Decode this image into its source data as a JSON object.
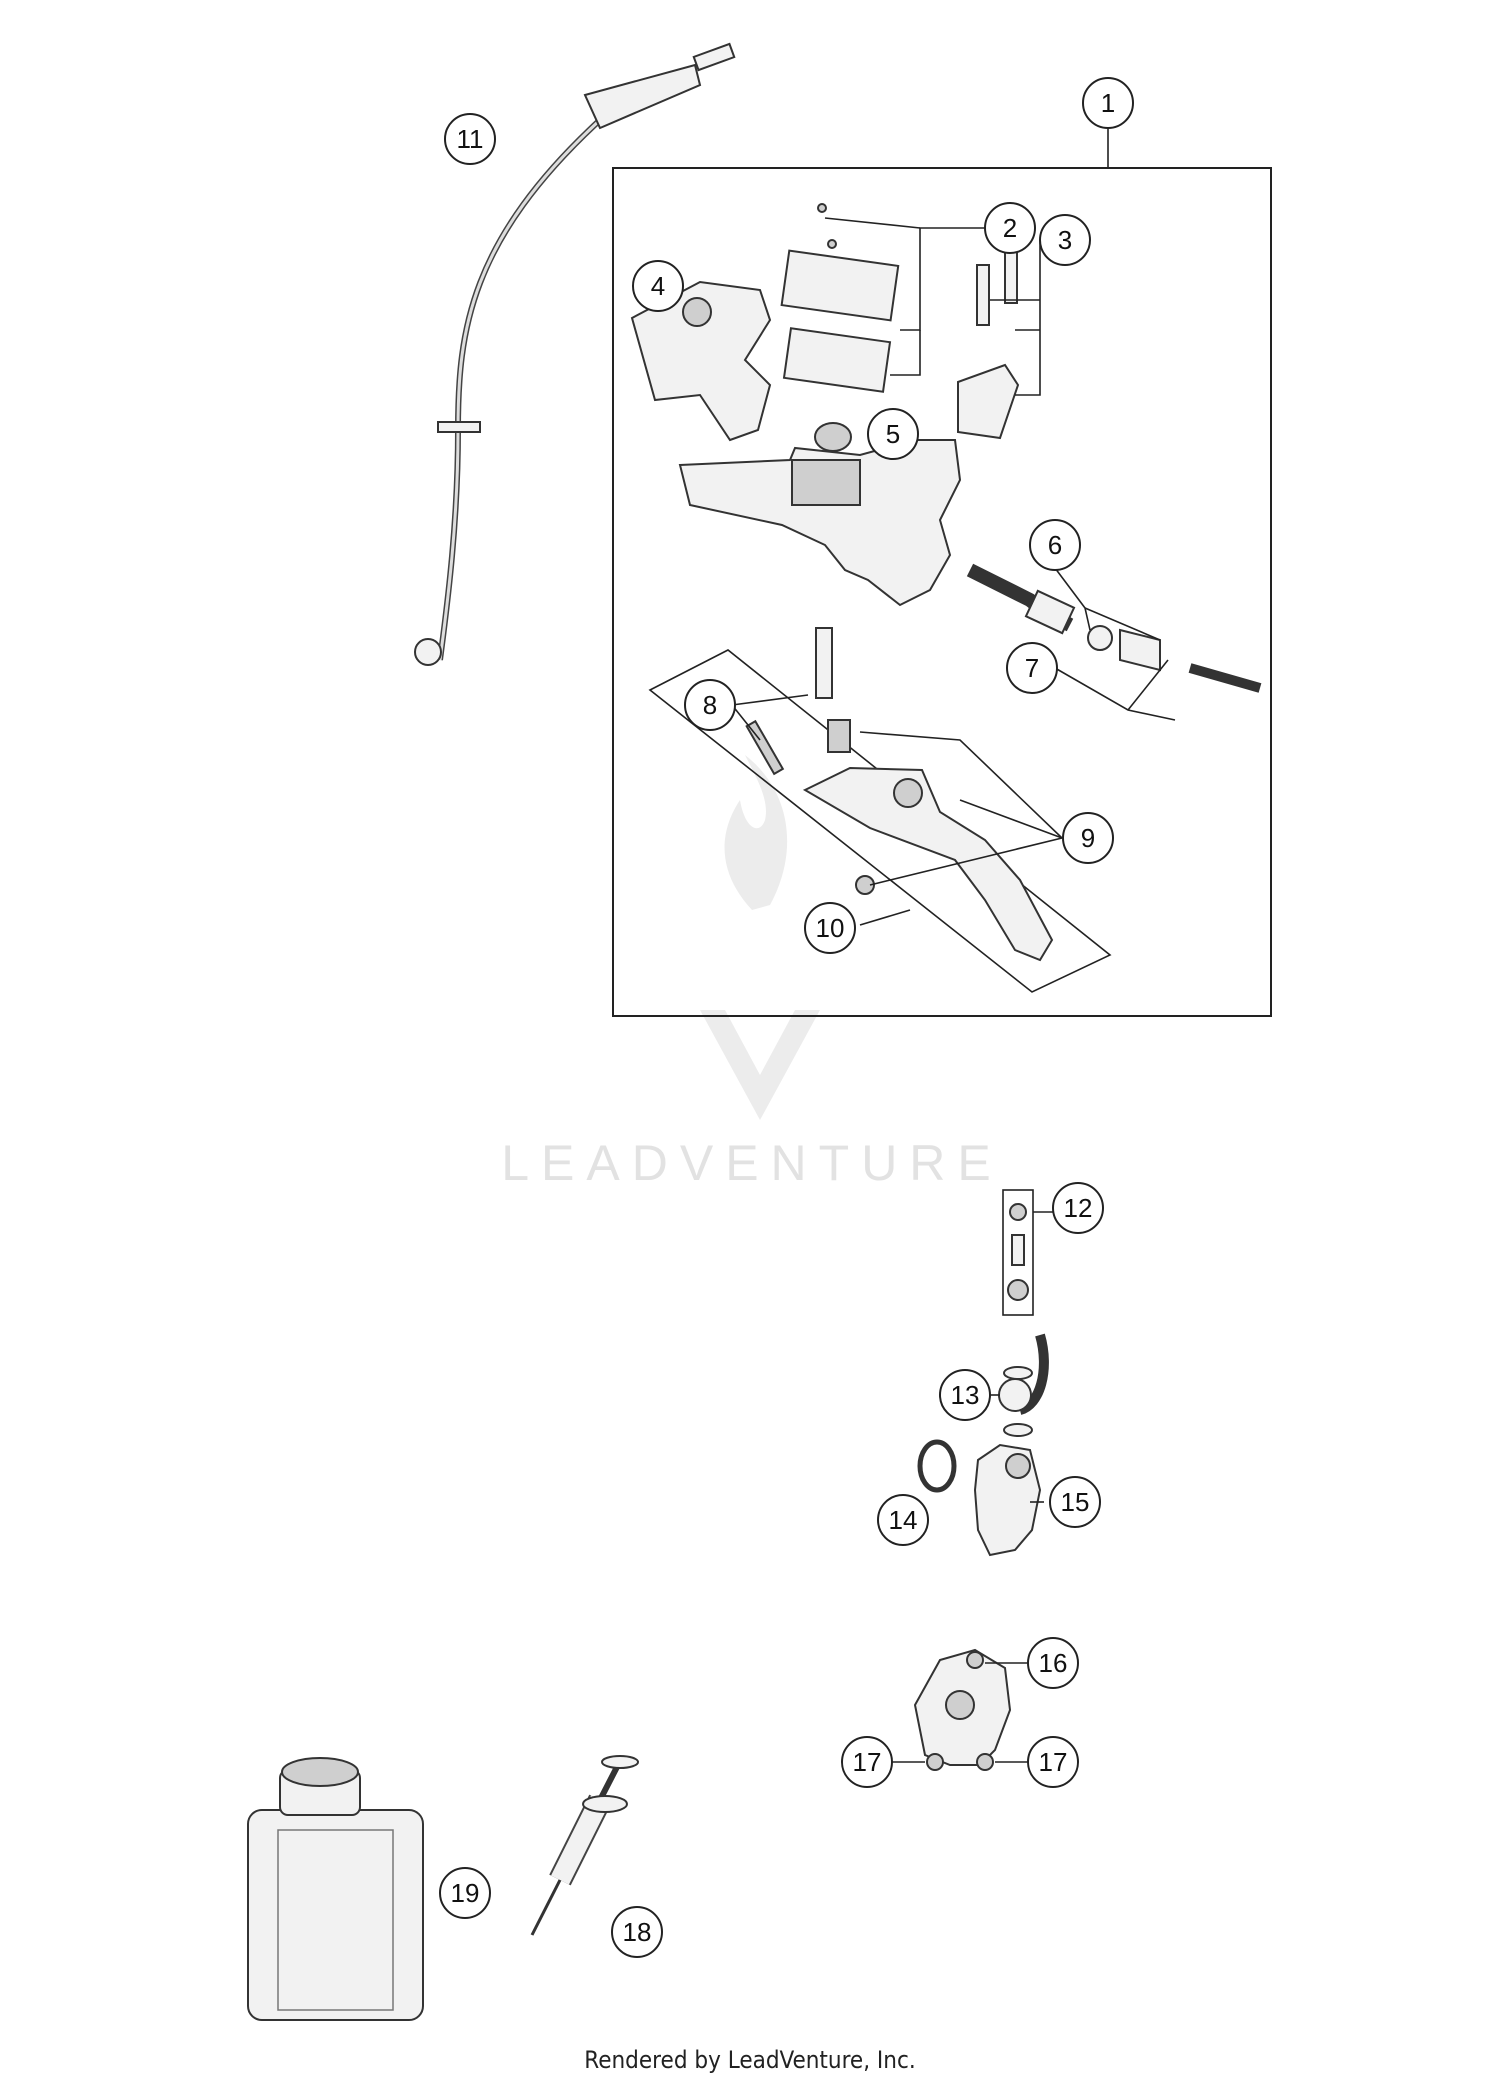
{
  "watermark": {
    "text": "LEADVENTURE"
  },
  "footer": {
    "text": "Rendered by LeadVenture, Inc."
  },
  "callouts": [
    "1",
    "2",
    "3",
    "4",
    "5",
    "6",
    "7",
    "8",
    "9",
    "10",
    "11",
    "12",
    "13",
    "14",
    "15",
    "16",
    "17",
    "17",
    "18",
    "19"
  ]
}
